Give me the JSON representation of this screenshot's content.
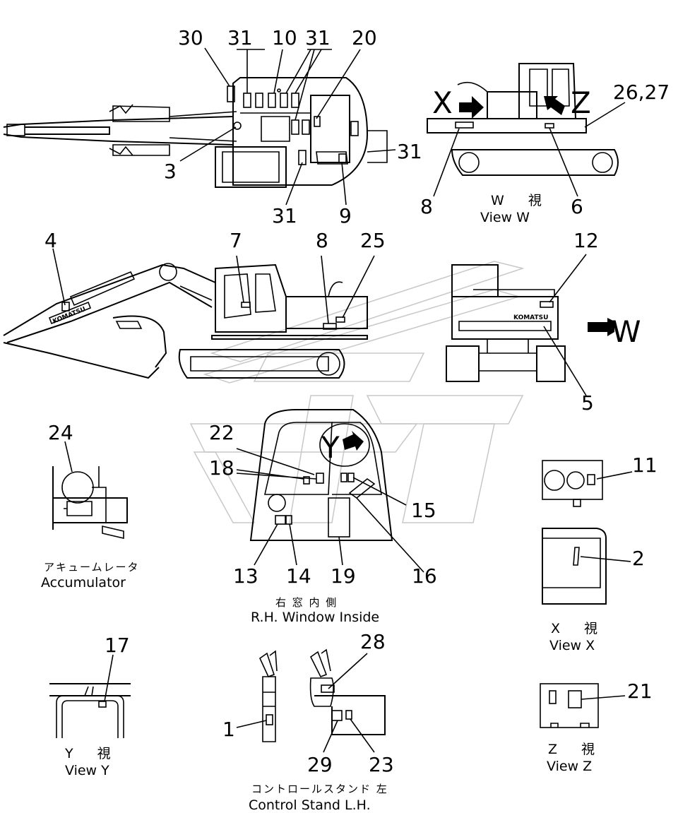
{
  "callouts": {
    "c30": "30",
    "c31a": "31",
    "c10": "10",
    "c31b": "31",
    "c20": "20",
    "c3": "3",
    "c31c": "31",
    "c31d": "31",
    "c9": "9",
    "c26_27": "26,27",
    "c8a": "8",
    "c6": "6",
    "c4": "4",
    "c7": "7",
    "c8b": "8",
    "c25": "25",
    "c12": "12",
    "c5": "5",
    "c24": "24",
    "c22": "22",
    "c18": "18",
    "c15": "15",
    "c13": "13",
    "c14": "14",
    "c19": "19",
    "c16": "16",
    "c11": "11",
    "c2": "2",
    "c17": "17",
    "c28": "28",
    "c1": "1",
    "c29": "29",
    "c23": "23",
    "c21": "21"
  },
  "view_letters": {
    "x": "X",
    "z": "Z",
    "w": "W",
    "y": "Y"
  },
  "brand": {
    "boom": "KOMATSU",
    "rear": "KOMATSU"
  },
  "captions": {
    "view_w_jp": "W 視",
    "view_w_en": "View W",
    "accumulator_jp": "アキュームレータ",
    "accumulator_en": "Accumulator",
    "rh_window_jp": "右 窓 内 側",
    "rh_window_en": "R.H. Window Inside",
    "view_x_jp": "X 視",
    "view_x_en": "View X",
    "view_y_jp": "Y 視",
    "view_y_en": "View Y",
    "control_stand_jp": "コントロールスタンド 左",
    "control_stand_en": "Control Stand L.H.",
    "view_z_jp": "Z 視",
    "view_z_en": "View Z"
  }
}
